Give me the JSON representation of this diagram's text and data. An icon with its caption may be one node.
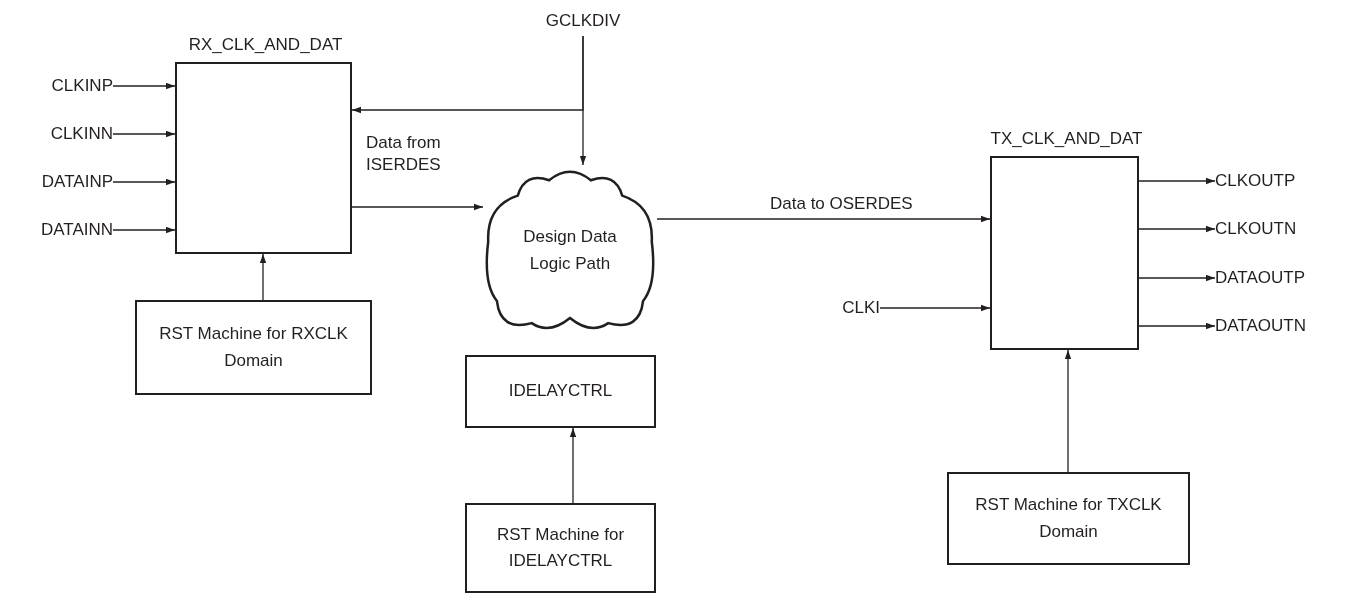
{
  "diagram": {
    "nodes": [
      {
        "text": [
          "RX_CLK_AND_DAT"
        ]
      },
      {
        "text": [
          "CLKINP"
        ]
      },
      {
        "text": [
          "CLKINN"
        ]
      },
      {
        "text": [
          "DATAINP"
        ]
      },
      {
        "text": [
          "DATAINN"
        ]
      },
      {
        "text": [
          "GCLKDIV"
        ]
      },
      {
        "text": [
          "Design Data Logic Path"
        ]
      },
      {
        "text": [
          "RST Machine for RXCLK Domain"
        ]
      },
      {
        "text": [
          "IDELAYCTRL"
        ]
      },
      {
        "text": [
          "RST Machine for IDELAYCTRL"
        ]
      },
      {
        "text": [
          "TX_CLK_AND_DAT"
        ]
      },
      {
        "text": [
          "CLKI"
        ]
      },
      {
        "text": [
          "CLKOUTP"
        ]
      },
      {
        "text": [
          "CLKOUTN"
        ]
      },
      {
        "text": [
          "DATAOUTP"
        ]
      },
      {
        "text": [
          "DATAOUTN"
        ]
      },
      {
        "text": [
          "RST Machine for TXCLK Domain"
        ]
      }
    ],
    "edges": [
      {
        "from": 1,
        "to": 0,
        "arrow": "to"
      },
      {
        "from": 2,
        "to": 0,
        "arrow": "to"
      },
      {
        "from": 3,
        "to": 0,
        "arrow": "to"
      },
      {
        "from": 4,
        "to": 0,
        "arrow": "to"
      },
      {
        "from": 5,
        "to": 0,
        "arrow": "to"
      },
      {
        "from": 5,
        "to": 6,
        "arrow": "to"
      },
      {
        "from": 0,
        "to": 6,
        "arrow": "to",
        "label": "Data from ISERDES"
      },
      {
        "from": 7,
        "to": 0,
        "arrow": "to"
      },
      {
        "from": 9,
        "to": 8,
        "arrow": "to"
      },
      {
        "from": 6,
        "to": 10,
        "arrow": "to",
        "label": "Data to OSERDES"
      },
      {
        "from": 11,
        "to": 10,
        "arrow": "to"
      },
      {
        "from": 10,
        "to": 12,
        "arrow": "to"
      },
      {
        "from": 10,
        "to": 13,
        "arrow": "to"
      },
      {
        "from": 10,
        "to": 14,
        "arrow": "to"
      },
      {
        "from": 10,
        "to": 15,
        "arrow": "to"
      },
      {
        "from": 16,
        "to": 10,
        "arrow": "to"
      }
    ]
  }
}
